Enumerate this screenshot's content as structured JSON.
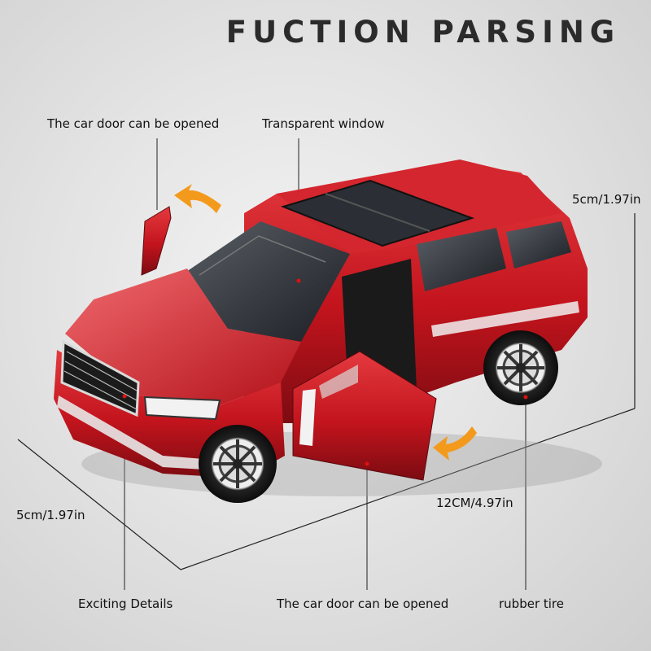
{
  "title": "FUCTION PARSING",
  "labels": {
    "door_top": "The car door can be opened",
    "window": "Transparent window",
    "height_right": "5cm/1.97in",
    "width_left": "5cm/1.97in",
    "length": "12CM/4.97in",
    "details": "Exciting Details",
    "door_bottom": "The car door can be opened",
    "tire": "rubber tire"
  },
  "colors": {
    "body": "#c3141d",
    "body_dark": "#7c0b11",
    "arrow": "#f39a1c",
    "background": "#e6e6e6"
  }
}
